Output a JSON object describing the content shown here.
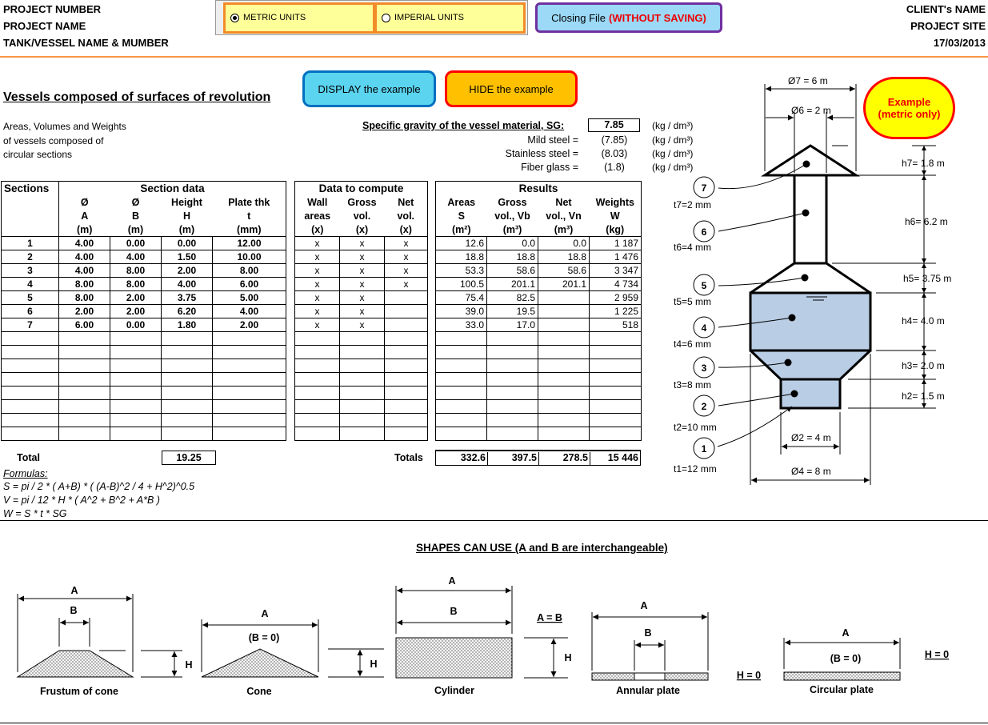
{
  "header": {
    "left": [
      "PROJECT NUMBER",
      "PROJECT NAME",
      "TANK/VESSEL NAME & MUMBER"
    ],
    "right": [
      "CLIENT's NAME",
      "PROJECT SITE",
      "17/03/2013"
    ]
  },
  "units": {
    "metric": "METRIC UNITS",
    "imperial": "IMPERIAL UNITS",
    "selected": "metric"
  },
  "buttons": {
    "close_prefix": "Closing File",
    "close_red": "(WITHOUT  SAVING)",
    "display": "DISPLAY the example",
    "hide": "HIDE  the example"
  },
  "example_badge": {
    "line1": "Example",
    "line2": "(metric only)"
  },
  "title": "Vessels composed of surfaces of revolution",
  "intro": [
    "Areas, Volumes and Weights",
    "of vessels composed of",
    "circular sections"
  ],
  "specific_gravity": {
    "label": "Specific gravity of the vessel material, SG:",
    "value": "7.85",
    "unit": "(kg / dm³)",
    "materials": [
      {
        "name": "Mild steel =",
        "value": "(7.85)",
        "unit": "(kg / dm³)"
      },
      {
        "name": "Stainless steel =",
        "value": "(8.03)",
        "unit": "(kg / dm³)"
      },
      {
        "name": "Fiber glass =",
        "value": "(1.8)",
        "unit": "(kg / dm³)"
      }
    ]
  },
  "table1": {
    "group_sections": "Sections",
    "group_data": "Section data",
    "cols": [
      {
        "l1": "Ø",
        "l2": "A",
        "l3": "(m)"
      },
      {
        "l1": "Ø",
        "l2": "B",
        "l3": "(m)"
      },
      {
        "l1": "Height",
        "l2": "H",
        "l3": "(m)"
      },
      {
        "l1": "Plate thk",
        "l2": "t",
        "l3": "(mm)"
      }
    ],
    "rows": [
      [
        "1",
        "4.00",
        "0.00",
        "0.00",
        "12.00"
      ],
      [
        "2",
        "4.00",
        "4.00",
        "1.50",
        "10.00"
      ],
      [
        "3",
        "4.00",
        "8.00",
        "2.00",
        "8.00"
      ],
      [
        "4",
        "8.00",
        "8.00",
        "4.00",
        "6.00"
      ],
      [
        "5",
        "8.00",
        "2.00",
        "3.75",
        "5.00"
      ],
      [
        "6",
        "2.00",
        "2.00",
        "6.20",
        "4.00"
      ],
      [
        "7",
        "6.00",
        "0.00",
        "1.80",
        "2.00"
      ]
    ],
    "total_label": "Total",
    "total_height": "19.25"
  },
  "table2": {
    "group": "Data to compute",
    "cols": [
      {
        "l1": "Wall",
        "l2": "areas",
        "l3": "(x)"
      },
      {
        "l1": "Gross",
        "l2": "vol.",
        "l3": "(x)"
      },
      {
        "l1": "Net",
        "l2": "vol.",
        "l3": "(x)"
      }
    ],
    "rows": [
      [
        "x",
        "x",
        "x"
      ],
      [
        "x",
        "x",
        "x"
      ],
      [
        "x",
        "x",
        "x"
      ],
      [
        "x",
        "x",
        "x"
      ],
      [
        "x",
        "x",
        ""
      ],
      [
        "x",
        "x",
        ""
      ],
      [
        "x",
        "x",
        ""
      ]
    ]
  },
  "table3": {
    "group": "Results",
    "cols": [
      {
        "l1": "Areas",
        "l2": "S",
        "l3": "(m²)"
      },
      {
        "l1": "Gross",
        "l2": "vol., Vb",
        "l3": "(m³)"
      },
      {
        "l1": "Net",
        "l2": "vol., Vn",
        "l3": "(m³)"
      },
      {
        "l1": "Weights",
        "l2": "W",
        "l3": "(kg)"
      }
    ],
    "rows": [
      [
        "12.6",
        "0.0",
        "0.0",
        "1 187"
      ],
      [
        "18.8",
        "18.8",
        "18.8",
        "1 476"
      ],
      [
        "53.3",
        "58.6",
        "58.6",
        "3 347"
      ],
      [
        "100.5",
        "201.1",
        "201.1",
        "4 734"
      ],
      [
        "75.4",
        "82.5",
        "",
        "2 959"
      ],
      [
        "39.0",
        "19.5",
        "",
        "1 225"
      ],
      [
        "33.0",
        "17.0",
        "",
        "518"
      ]
    ],
    "totals_label": "Totals",
    "totals": [
      "332.6",
      "397.5",
      "278.5",
      "15 446"
    ]
  },
  "formulas": {
    "label": "Formulas:",
    "lines": [
      "S = pi / 2 * ( A+B) * ( (A-B)^2 / 4 + H^2)^0.5",
      "V = pi / 12 * H * ( A^2 + B^2 + A*B )",
      "W = S * t * SG"
    ]
  },
  "vessel_diagram": {
    "d7": "Ø7 = 6 m",
    "d6": "Ø6 = 2 m",
    "d2": "Ø2 = 4 m",
    "d4": "Ø4 = 8 m",
    "heights": [
      "h7= 1.8  m",
      "h6= 6.2  m",
      "h5= 3.75  m",
      "h4= 4.0  m",
      "h3= 2.0  m",
      "h2= 1.5  m"
    ],
    "thicknesses": [
      "t7=2 mm",
      "t6=4 mm",
      "t5=5 mm",
      "t4=6 mm",
      "t3=8 mm",
      "t2=10 mm",
      "t1=12 mm"
    ],
    "bubbles": [
      "7",
      "6",
      "5",
      "4",
      "3",
      "2",
      "1"
    ],
    "fill_color": "#b9cde5"
  },
  "shapes": {
    "title": "SHAPES CAN USE (A and B are interchangeable)",
    "frustum": {
      "label": "Frustum  of cone",
      "a": "A",
      "b": "B",
      "h": "H"
    },
    "cone": {
      "label": "Cone",
      "a": "A",
      "b": "(B = 0)",
      "h": "H"
    },
    "cylinder": {
      "label": "Cylinder",
      "a": "A",
      "b": "B",
      "h": "H",
      "eq": "A = B"
    },
    "annular": {
      "label": "Annular plate",
      "a": "A",
      "b": "B",
      "h": "H = 0"
    },
    "circular": {
      "label": "Circular plate",
      "a": "A",
      "b": "(B = 0)",
      "h": "H = 0"
    }
  }
}
